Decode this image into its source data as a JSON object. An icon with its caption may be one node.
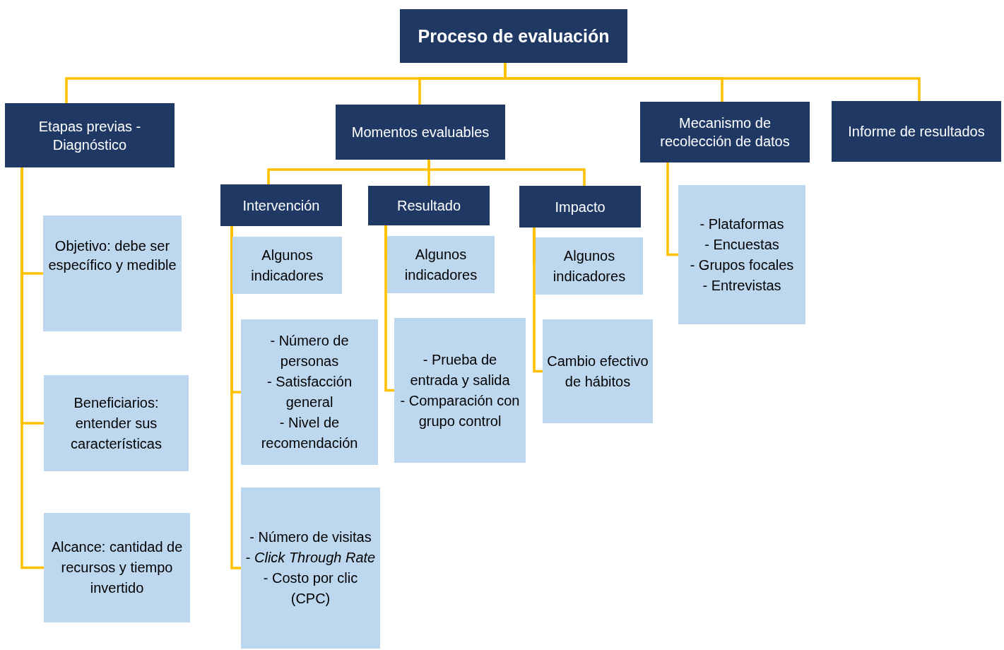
{
  "diagram": {
    "nodes": [
      {
        "text": [
          "Proceso de evaluación"
        ]
      },
      {
        "text": [
          "Etapas previas - Diagnóstico"
        ]
      },
      {
        "text": [
          "Momentos evaluables"
        ]
      },
      {
        "text": [
          "Mecanismo de recolección de datos"
        ]
      },
      {
        "text": [
          "Informe de resultados"
        ]
      },
      {
        "text": [
          "Objetivo: debe ser específico y medible"
        ]
      },
      {
        "text": [
          "Beneficiarios: entender sus características"
        ]
      },
      {
        "text": [
          "Alcance: cantidad de recursos y tiempo invertido"
        ]
      },
      {
        "text": [
          "Intervención"
        ]
      },
      {
        "text": [
          "Resultado"
        ]
      },
      {
        "text": [
          "Impacto"
        ]
      },
      {
        "text": [
          "Algunos indicadores"
        ]
      },
      {
        "text": [
          "- Número de personas",
          "- Satisfacción general",
          "- Nivel de recomendación"
        ]
      },
      {
        "text": [
          "- Número de visitas",
          "- *Click Through Rate*",
          "- Costo por clic (CPC)"
        ]
      },
      {
        "text": [
          "Algunos indicadores"
        ]
      },
      {
        "text": [
          "- Prueba de entrada y salida",
          "- Comparación con grupo control"
        ]
      },
      {
        "text": [
          "Algunos indicadores"
        ]
      },
      {
        "text": [
          "Cambio efectivo de hábitos"
        ]
      },
      {
        "text": [
          "- Plataformas",
          "- Encuestas",
          "- Grupos focales",
          "- Entrevistas"
        ]
      }
    ],
    "edges": [
      {
        "from": 0,
        "to": 1,
        "arrow": "none"
      },
      {
        "from": 0,
        "to": 2,
        "arrow": "none"
      },
      {
        "from": 0,
        "to": 3,
        "arrow": "none"
      },
      {
        "from": 0,
        "to": 4,
        "arrow": "none"
      },
      {
        "from": 1,
        "to": 5,
        "arrow": "none"
      },
      {
        "from": 1,
        "to": 6,
        "arrow": "none"
      },
      {
        "from": 1,
        "to": 7,
        "arrow": "none"
      },
      {
        "from": 2,
        "to": 8,
        "arrow": "none"
      },
      {
        "from": 2,
        "to": 9,
        "arrow": "none"
      },
      {
        "from": 2,
        "to": 10,
        "arrow": "none"
      },
      {
        "from": 8,
        "to": 11,
        "arrow": "none"
      },
      {
        "from": 8,
        "to": 12,
        "arrow": "none"
      },
      {
        "from": 8,
        "to": 13,
        "arrow": "none"
      },
      {
        "from": 9,
        "to": 14,
        "arrow": "none"
      },
      {
        "from": 9,
        "to": 15,
        "arrow": "none"
      },
      {
        "from": 10,
        "to": 16,
        "arrow": "none"
      },
      {
        "from": 10,
        "to": 17,
        "arrow": "none"
      },
      {
        "from": 3,
        "to": 18,
        "arrow": "none"
      }
    ]
  }
}
